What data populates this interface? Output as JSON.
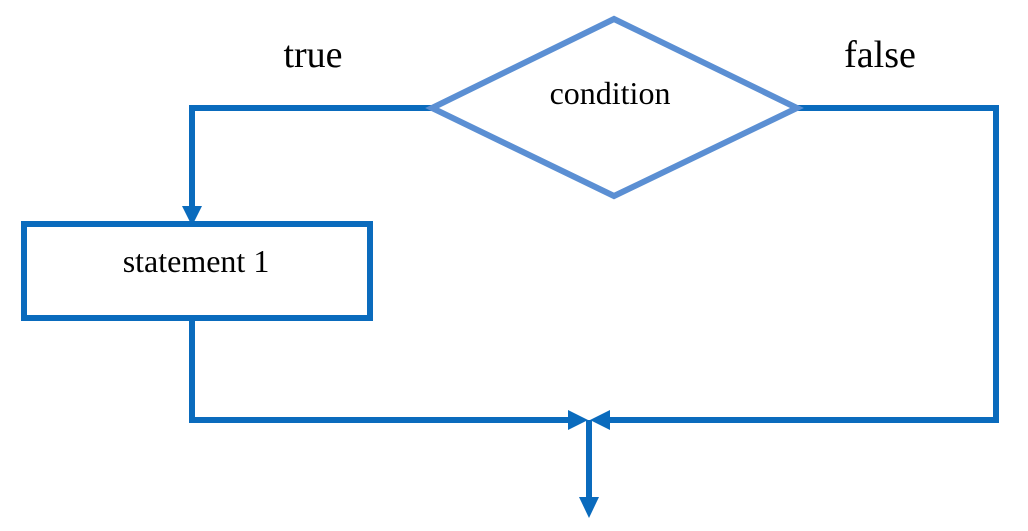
{
  "diagram": {
    "type": "flowchart",
    "style": {
      "flow_color": "#0a6bbd",
      "diamond_stroke": "#5b8fd3",
      "background": "#ffffff"
    },
    "condition": {
      "label": "condition"
    },
    "true_branch": {
      "label": "true"
    },
    "false_branch": {
      "label": "false"
    },
    "statement": {
      "label": "statement 1"
    }
  }
}
